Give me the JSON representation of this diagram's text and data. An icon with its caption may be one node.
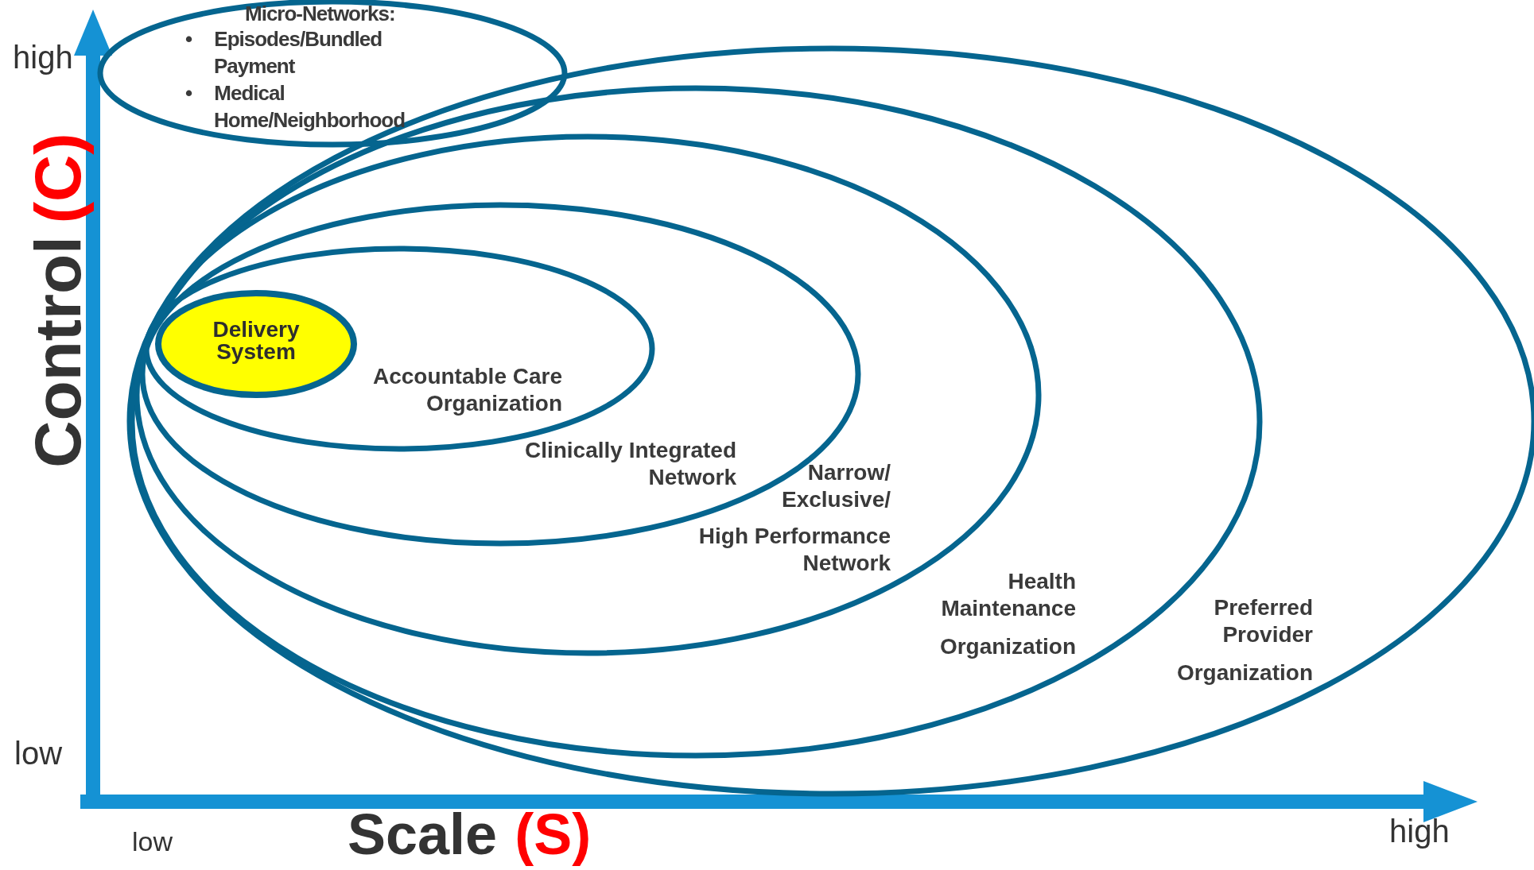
{
  "diagram": {
    "nodes": [
      {
        "text": [
          "Micro-Networks:",
          "• Episodes/Bundled Payment",
          "• Medical Home/Neighborhood"
        ]
      },
      {
        "text": [
          "Preferred Provider",
          "Organization"
        ]
      },
      {
        "text": [
          "Health Maintenance",
          "Organization"
        ],
        "in": 1
      },
      {
        "text": [
          "Narrow/ Exclusive/",
          "High Performance Network"
        ],
        "in": 2
      },
      {
        "text": [
          "Clinically Integrated Network"
        ],
        "in": 3
      },
      {
        "text": [
          "Accountable Care Organization"
        ],
        "in": 4
      },
      {
        "text": [
          "Delivery System"
        ],
        "in": 5
      }
    ],
    "labels": [
      "high",
      "Control",
      "(C)",
      "low",
      "low",
      "Scale",
      "(S)",
      "high"
    ]
  }
}
